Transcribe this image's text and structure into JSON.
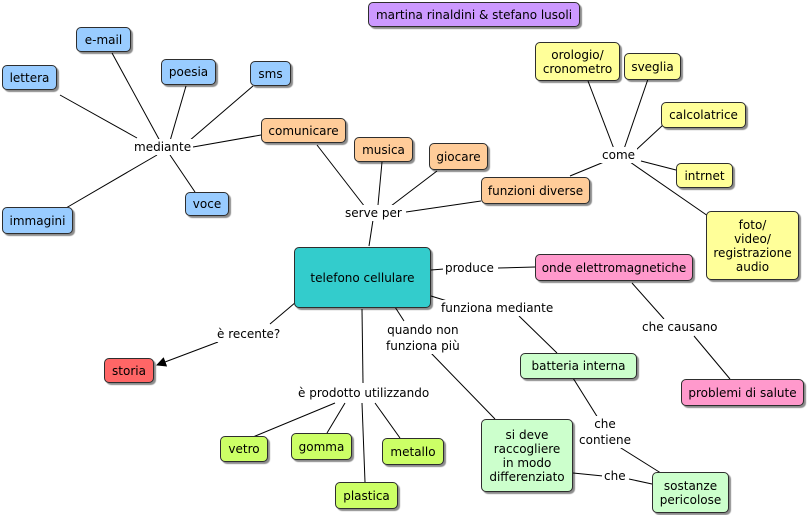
{
  "credits": "martina rinaldini & stefano lusoli",
  "nodes": {
    "central": "telefono cellulare",
    "email": "e-mail",
    "lettera": "lettera",
    "poesia": "poesia",
    "sms": "sms",
    "immagini": "immagini",
    "voce": "voce",
    "comunicare": "comunicare",
    "musica": "musica",
    "giocare": "giocare",
    "funzioni_diverse": "funzioni diverse",
    "orologio": "orologio/\ncronometro",
    "sveglia": "sveglia",
    "calcolatrice": "calcolatrice",
    "intrnet": "intrnet",
    "foto": "foto/\nvideo/\nregistrazione\naudio",
    "onde": "onde elettromagnetiche",
    "problemi": "problemi di salute",
    "batteria": "batteria interna",
    "sostanze": "sostanze\npericolose",
    "raccogliere": "si deve\nraccogliere\nin modo\ndifferenziato",
    "storia": "storia",
    "vetro": "vetro",
    "gomma": "gomma",
    "metallo": "metallo",
    "plastica": "plastica"
  },
  "links": {
    "mediante": "mediante",
    "serve_per": "serve per",
    "come": "come",
    "produce": "produce",
    "che_causano": "che causano",
    "funziona_mediante": "funziona mediante",
    "che_contiene": "che\ncontiene",
    "che": "che",
    "quando_non_funziona": "quando non\nfunziona più",
    "e_recente": "è recente?",
    "prodotto": "è prodotto utilizzando"
  },
  "colors": {
    "central": "#33cccc",
    "media": "#99ccff",
    "uses": "#ffcc99",
    "functions": "#ffff99",
    "waves": "#ff99cc",
    "battery": "#ccffcc",
    "materials": "#ccff66",
    "history": "#ff6666",
    "credits": "#cc99ff"
  }
}
